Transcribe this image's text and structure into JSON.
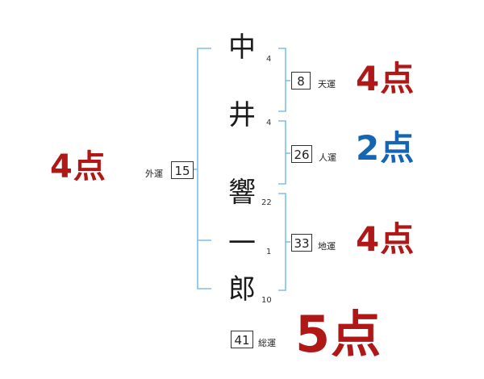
{
  "name_chars": [
    {
      "char": "中",
      "strokes": "4"
    },
    {
      "char": "井",
      "strokes": "4"
    },
    {
      "char": "響",
      "strokes": "22"
    },
    {
      "char": "一",
      "strokes": "1"
    },
    {
      "char": "郎",
      "strokes": "10"
    }
  ],
  "fortunes": {
    "tenkaku": {
      "label": "天運",
      "value": "8",
      "score": "4点"
    },
    "jinkaku": {
      "label": "人運",
      "value": "26",
      "score": "2点"
    },
    "chikaku": {
      "label": "地運",
      "value": "33",
      "score": "4点"
    },
    "gaikaku": {
      "label": "外運",
      "value": "15",
      "score": "4点"
    },
    "soukaku": {
      "label": "総運",
      "value": "41",
      "score": "5点"
    }
  },
  "colors": {
    "bracket": "#7ec0e6",
    "score_red": "#b01818",
    "score_blue": "#1565b5"
  }
}
